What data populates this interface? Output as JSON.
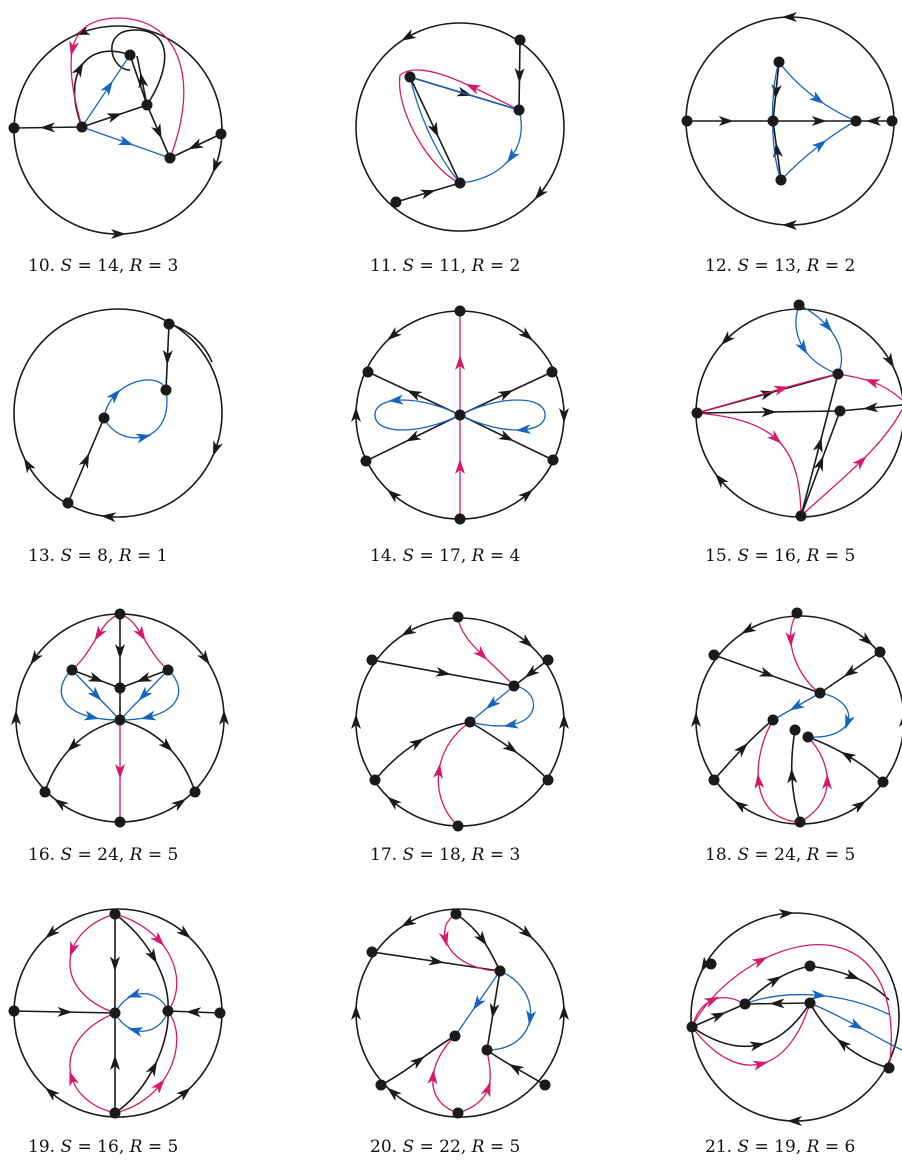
{
  "colors": {
    "black": "#1a1a1a",
    "magenta": "#d6196a",
    "blue": "#1565c0",
    "background": "#ffffff"
  },
  "figures": [
    {
      "num": "10.",
      "S": "14",
      "R": "3"
    },
    {
      "num": "11.",
      "S": "11",
      "R": "2"
    },
    {
      "num": "12.",
      "S": "13",
      "R": "2"
    },
    {
      "num": "13.",
      "S": "8",
      "R": "1"
    },
    {
      "num": "14.",
      "S": "17",
      "R": "4"
    },
    {
      "num": "15.",
      "S": "16",
      "R": "5"
    },
    {
      "num": "16.",
      "S": "24",
      "R": "5"
    },
    {
      "num": "17.",
      "S": "18",
      "R": "3"
    },
    {
      "num": "18.",
      "S": "24",
      "R": "5"
    },
    {
      "num": "19.",
      "S": "16",
      "R": "5"
    },
    {
      "num": "20.",
      "S": "22",
      "R": "5"
    },
    {
      "num": "21.",
      "S": "19",
      "R": "6"
    }
  ]
}
